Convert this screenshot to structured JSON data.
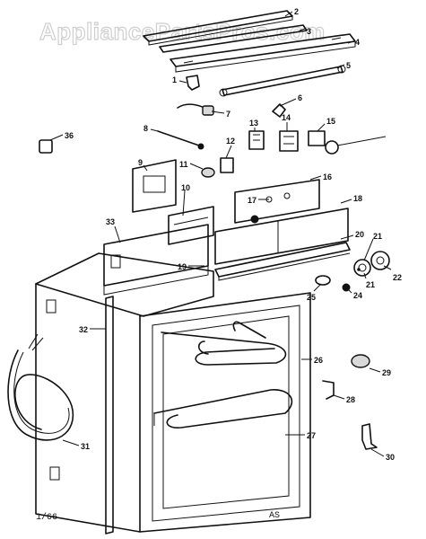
{
  "watermark": "AppliancePartsPros.com",
  "footer": {
    "left": "1/66",
    "right": "AS"
  },
  "callouts": [
    {
      "id": "c2",
      "label": "2"
    },
    {
      "id": "c3",
      "label": "3"
    },
    {
      "id": "c4",
      "label": "4"
    },
    {
      "id": "c5",
      "label": "5"
    },
    {
      "id": "c1",
      "label": "1"
    },
    {
      "id": "c6",
      "label": "6"
    },
    {
      "id": "c7",
      "label": "7"
    },
    {
      "id": "c8",
      "label": "8"
    },
    {
      "id": "c13",
      "label": "13"
    },
    {
      "id": "c14",
      "label": "14"
    },
    {
      "id": "c15",
      "label": "15"
    },
    {
      "id": "c36",
      "label": "36"
    },
    {
      "id": "c12",
      "label": "12"
    },
    {
      "id": "c9",
      "label": "9"
    },
    {
      "id": "c11",
      "label": "11"
    },
    {
      "id": "c16",
      "label": "16"
    },
    {
      "id": "c10",
      "label": "10"
    },
    {
      "id": "c17",
      "label": "17"
    },
    {
      "id": "c18",
      "label": "18"
    },
    {
      "id": "c33",
      "label": "33"
    },
    {
      "id": "c20",
      "label": "20"
    },
    {
      "id": "c21a",
      "label": "21"
    },
    {
      "id": "c22",
      "label": "22"
    },
    {
      "id": "c21b",
      "label": "21"
    },
    {
      "id": "c19",
      "label": "19"
    },
    {
      "id": "c25",
      "label": "25"
    },
    {
      "id": "c24",
      "label": "24"
    },
    {
      "id": "c32",
      "label": "32"
    },
    {
      "id": "c26",
      "label": "26"
    },
    {
      "id": "c29",
      "label": "29"
    },
    {
      "id": "c28",
      "label": "28"
    },
    {
      "id": "c27",
      "label": "27"
    },
    {
      "id": "c31",
      "label": "31"
    },
    {
      "id": "c30",
      "label": "30"
    }
  ]
}
